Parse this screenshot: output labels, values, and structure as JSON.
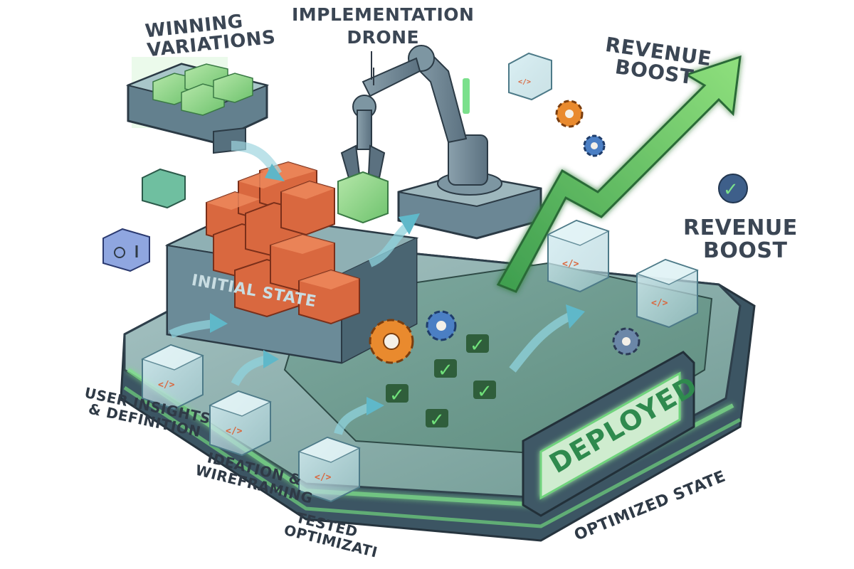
{
  "labels": {
    "winning_variations": [
      "WINNING",
      "VARIATIONS"
    ],
    "implementation_drone": [
      "IMPLEMENTATION",
      "DRONE"
    ],
    "revenue_boost_top": [
      "REVENUE",
      "BOOST"
    ],
    "revenue_boost_side": [
      "REVENUE",
      "BOOST"
    ],
    "initial_state": "INITIAL STATE",
    "deployed": "DEPLOYED",
    "optimized_state": "OPTIMIZED STATE",
    "user_insights": [
      "USER INSIGHTS",
      "& DEFINITION"
    ],
    "ideation": [
      "IDEATION &",
      "WIREFRAMING"
    ],
    "tested": [
      "TESTED",
      "OPTIMIZATI"
    ]
  },
  "icons": {
    "code": "</>",
    "check": "✓"
  },
  "colors": {
    "green": "#4fc46b",
    "teal_platform": "#6f8f93",
    "brick": "#d9683f",
    "gear_orange": "#e98a2e",
    "gear_blue": "#4b7fc4",
    "arrow_green": "#3fae52"
  }
}
